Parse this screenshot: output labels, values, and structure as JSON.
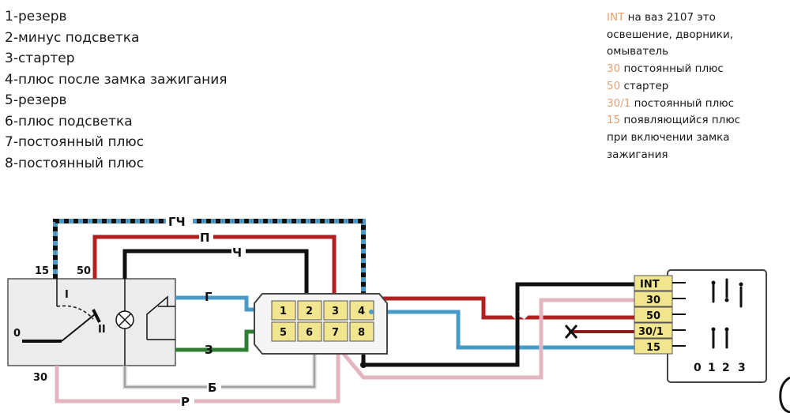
{
  "pin_legend": [
    "1-резерв",
    "2-минус подсветка",
    "3-стартер",
    "4-плюс после замка зажигания",
    "5-резерв",
    "6-плюс подсветка",
    "7-постоянный плюс",
    "8-постоянный плюс"
  ],
  "notes": {
    "int_code": "INT",
    "int_text": "на ваз 2107 это",
    "int_cont1": "освешение, дворники,",
    "int_cont2": "омыватель",
    "t30_code": "30",
    "t30_text": "постоянный плюс",
    "t50_code": "50",
    "t50_text": "стартер",
    "t301_code": "30/1",
    "t301_text": "постоянный плюс",
    "t15_code": "15",
    "t15_text": "появляющийся плюс",
    "t15_cont1": "при включении замка",
    "t15_cont2": "зажигания"
  },
  "wire_labels": {
    "gch": "ГЧ",
    "p": "П",
    "ch": "Ч",
    "g": "Г",
    "z": "З",
    "b": "Б",
    "r": "Р"
  },
  "switch_labels": {
    "t15": "15",
    "t50": "50",
    "t30": "30",
    "pos0": "0",
    "posI": "I",
    "posII": "II"
  },
  "connector_pins": [
    "1",
    "2",
    "3",
    "4",
    "5",
    "6",
    "7",
    "8"
  ],
  "ignition_terminals": [
    "INT",
    "30",
    "50",
    "30/1",
    "15"
  ],
  "ignition_positions": [
    "0",
    "1",
    "2",
    "3"
  ],
  "colors": {
    "red": "#b02020",
    "blue": "#4a9ac8",
    "black": "#111111",
    "green": "#2e7d32",
    "pink": "#e3b5c0",
    "white_wire": "#c8c8c8",
    "yellow": "#f2e590",
    "note_highlight": "#e8a070"
  }
}
